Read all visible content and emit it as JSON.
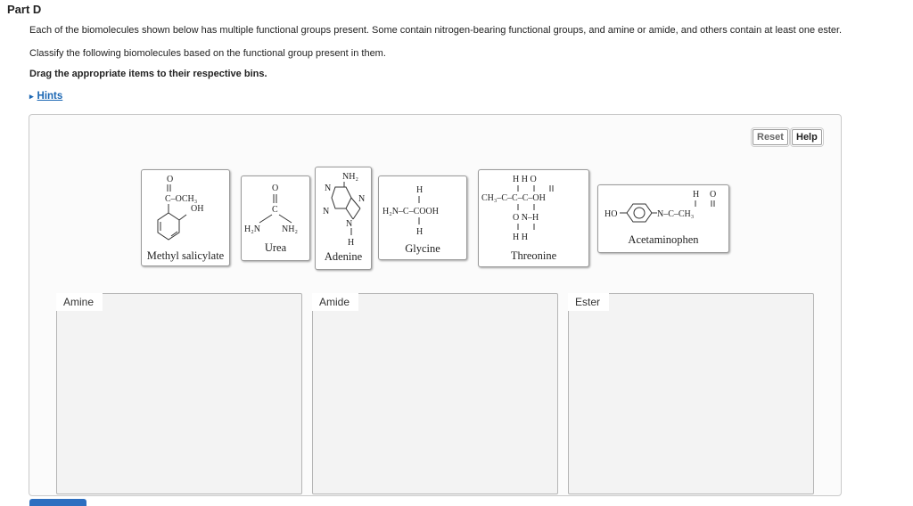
{
  "header": {
    "part_title": "Part D"
  },
  "instructions": {
    "p1": "Each of the biomolecules shown below has multiple functional groups present. Some contain nitrogen-bearing functional groups, and amine or amide, and others contain at least one ester.",
    "p2": "Classify the following biomolecules based on the functional group present in them.",
    "p3": "Drag the appropriate items to their respective bins."
  },
  "hints": {
    "arrow": "▸",
    "label": "Hints"
  },
  "toolbar": {
    "reset_label": "Reset",
    "help_label": "Help"
  },
  "items": {
    "methyl_salicylate": {
      "name": "Methyl salicylate",
      "atoms": {
        "o": "O",
        "och3": "C–OCH₃",
        "oh": "OH"
      }
    },
    "urea": {
      "name": "Urea",
      "atoms": {
        "o": "O",
        "c": "C",
        "h2n": "H₂N",
        "nh2": "NH₂"
      }
    },
    "adenine": {
      "name": "Adenine",
      "atoms": {
        "nh2": "NH₂",
        "n1": "N",
        "n2": "N",
        "n3": "N",
        "n4": "N",
        "h": "H"
      }
    },
    "glycine": {
      "name": "Glycine",
      "atoms": {
        "h_top": "H",
        "formula": "H₂N–C–COOH",
        "h_bot": "H"
      }
    },
    "threonine": {
      "name": "Threonine",
      "atoms": {
        "row1": "H  H  O",
        "row2": "CH₃–C–C–C–OH",
        "row3": "O  N–H",
        "row4": "H  H"
      }
    },
    "acetaminophen": {
      "name": "Acetaminophen",
      "atoms": {
        "ho": "HO",
        "h": "H",
        "o": "O",
        "amide": "N–C–CH₃"
      }
    }
  },
  "bins": [
    {
      "label": "Amine"
    },
    {
      "label": "Amide"
    },
    {
      "label": "Ester"
    }
  ],
  "colors": {
    "link": "#1a66b3",
    "panel_bg": "#fbfbfb",
    "bin_bg": "#f3f3f3",
    "accent_tab": "#2d6fc0"
  }
}
